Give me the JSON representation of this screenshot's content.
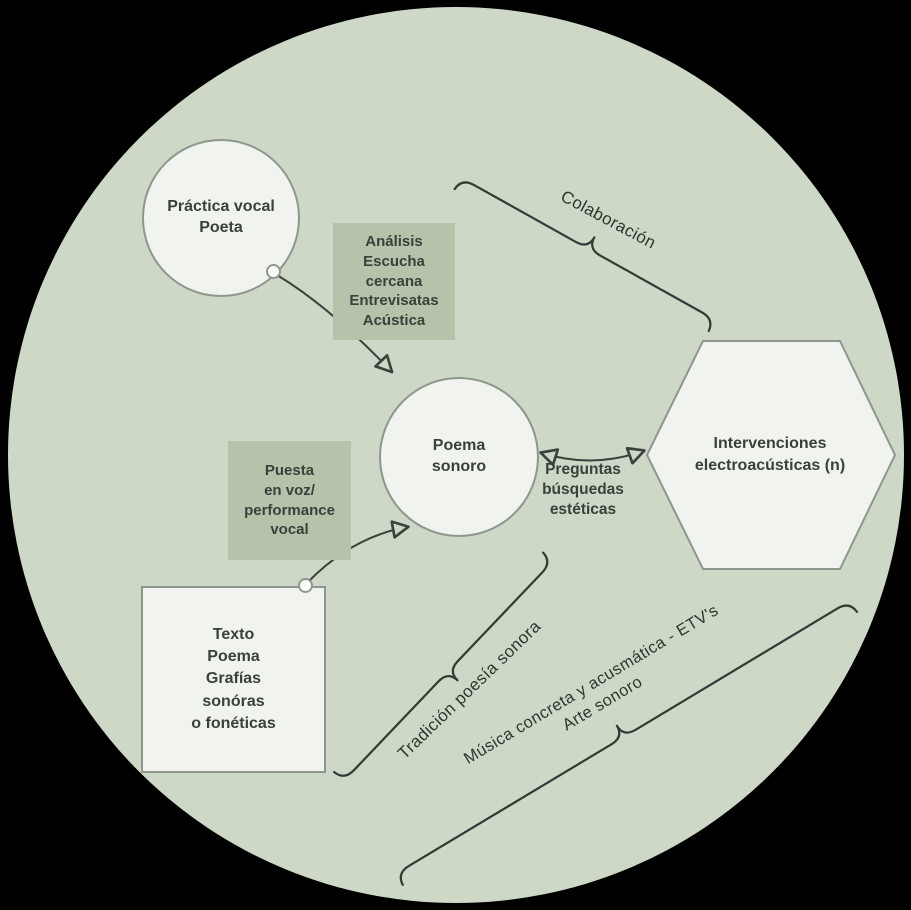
{
  "nodes": {
    "practica_vocal": {
      "lines": [
        "Práctica vocal",
        "Poeta"
      ]
    },
    "analisis": {
      "lines": [
        "Análisis",
        "Escucha",
        "cercana",
        "Entrevisatas",
        "Acústica"
      ]
    },
    "poema_sonoro": {
      "lines": [
        "Poema",
        "sonoro"
      ]
    },
    "intervenciones": {
      "lines": [
        "Intervenciones",
        "electroacústicas (n)"
      ]
    },
    "puesta_en_voz": {
      "lines": [
        "Puesta",
        "en voz/",
        "performance",
        "vocal"
      ]
    },
    "texto_poema": {
      "lines": [
        "Texto",
        "Poema",
        "Grafías",
        "sonóras",
        "o fonéticas"
      ]
    },
    "preguntas": {
      "lines": [
        "Preguntas",
        "búsquedas",
        "estéticas"
      ]
    }
  },
  "braces": {
    "colaboracion": {
      "label": "Colaboración"
    },
    "tradicion": {
      "label": "Tradición poesía sonora"
    },
    "musica": {
      "lines": [
        "Música concreta y acusmática - ETV's",
        "Arte sonoro"
      ]
    }
  },
  "colors": {
    "background": "#000000",
    "canvas_circle": "#cdd8c6",
    "shape_fill": "#f1f3ee",
    "shape_border": "#8e978e",
    "label_box_fill": "#b5c3ab",
    "ink": "#39413b"
  }
}
